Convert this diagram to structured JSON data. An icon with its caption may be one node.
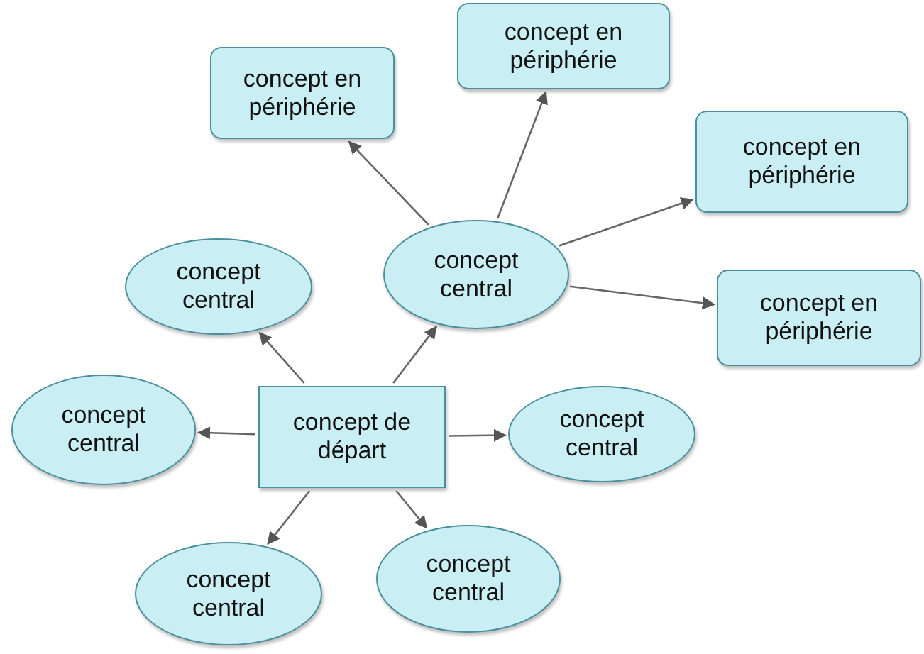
{
  "diagram": {
    "nodes": [
      {
        "text": [
          "concept en périphérie"
        ]
      },
      {
        "text": [
          "concept en périphérie"
        ]
      },
      {
        "text": [
          "concept en périphérie"
        ]
      },
      {
        "text": [
          "concept central"
        ]
      },
      {
        "text": [
          "concept central"
        ]
      },
      {
        "text": [
          "concept en périphérie"
        ]
      },
      {
        "text": [
          "concept central"
        ]
      },
      {
        "text": [
          "concept de départ"
        ]
      },
      {
        "text": [
          "concept central"
        ]
      },
      {
        "text": [
          "concept central"
        ]
      },
      {
        "text": [
          "concept central"
        ]
      }
    ],
    "edges": [
      {
        "from": 7,
        "to": 3,
        "arrow": "to"
      },
      {
        "from": 7,
        "to": 4,
        "arrow": "to"
      },
      {
        "from": 7,
        "to": 6,
        "arrow": "to"
      },
      {
        "from": 7,
        "to": 8,
        "arrow": "to"
      },
      {
        "from": 7,
        "to": 9,
        "arrow": "to"
      },
      {
        "from": 7,
        "to": 10,
        "arrow": "to"
      },
      {
        "from": 3,
        "to": 0,
        "arrow": "to"
      },
      {
        "from": 3,
        "to": 1,
        "arrow": "to"
      },
      {
        "from": 3,
        "to": 2,
        "arrow": "to"
      },
      {
        "from": 3,
        "to": 5,
        "arrow": "to"
      }
    ]
  }
}
